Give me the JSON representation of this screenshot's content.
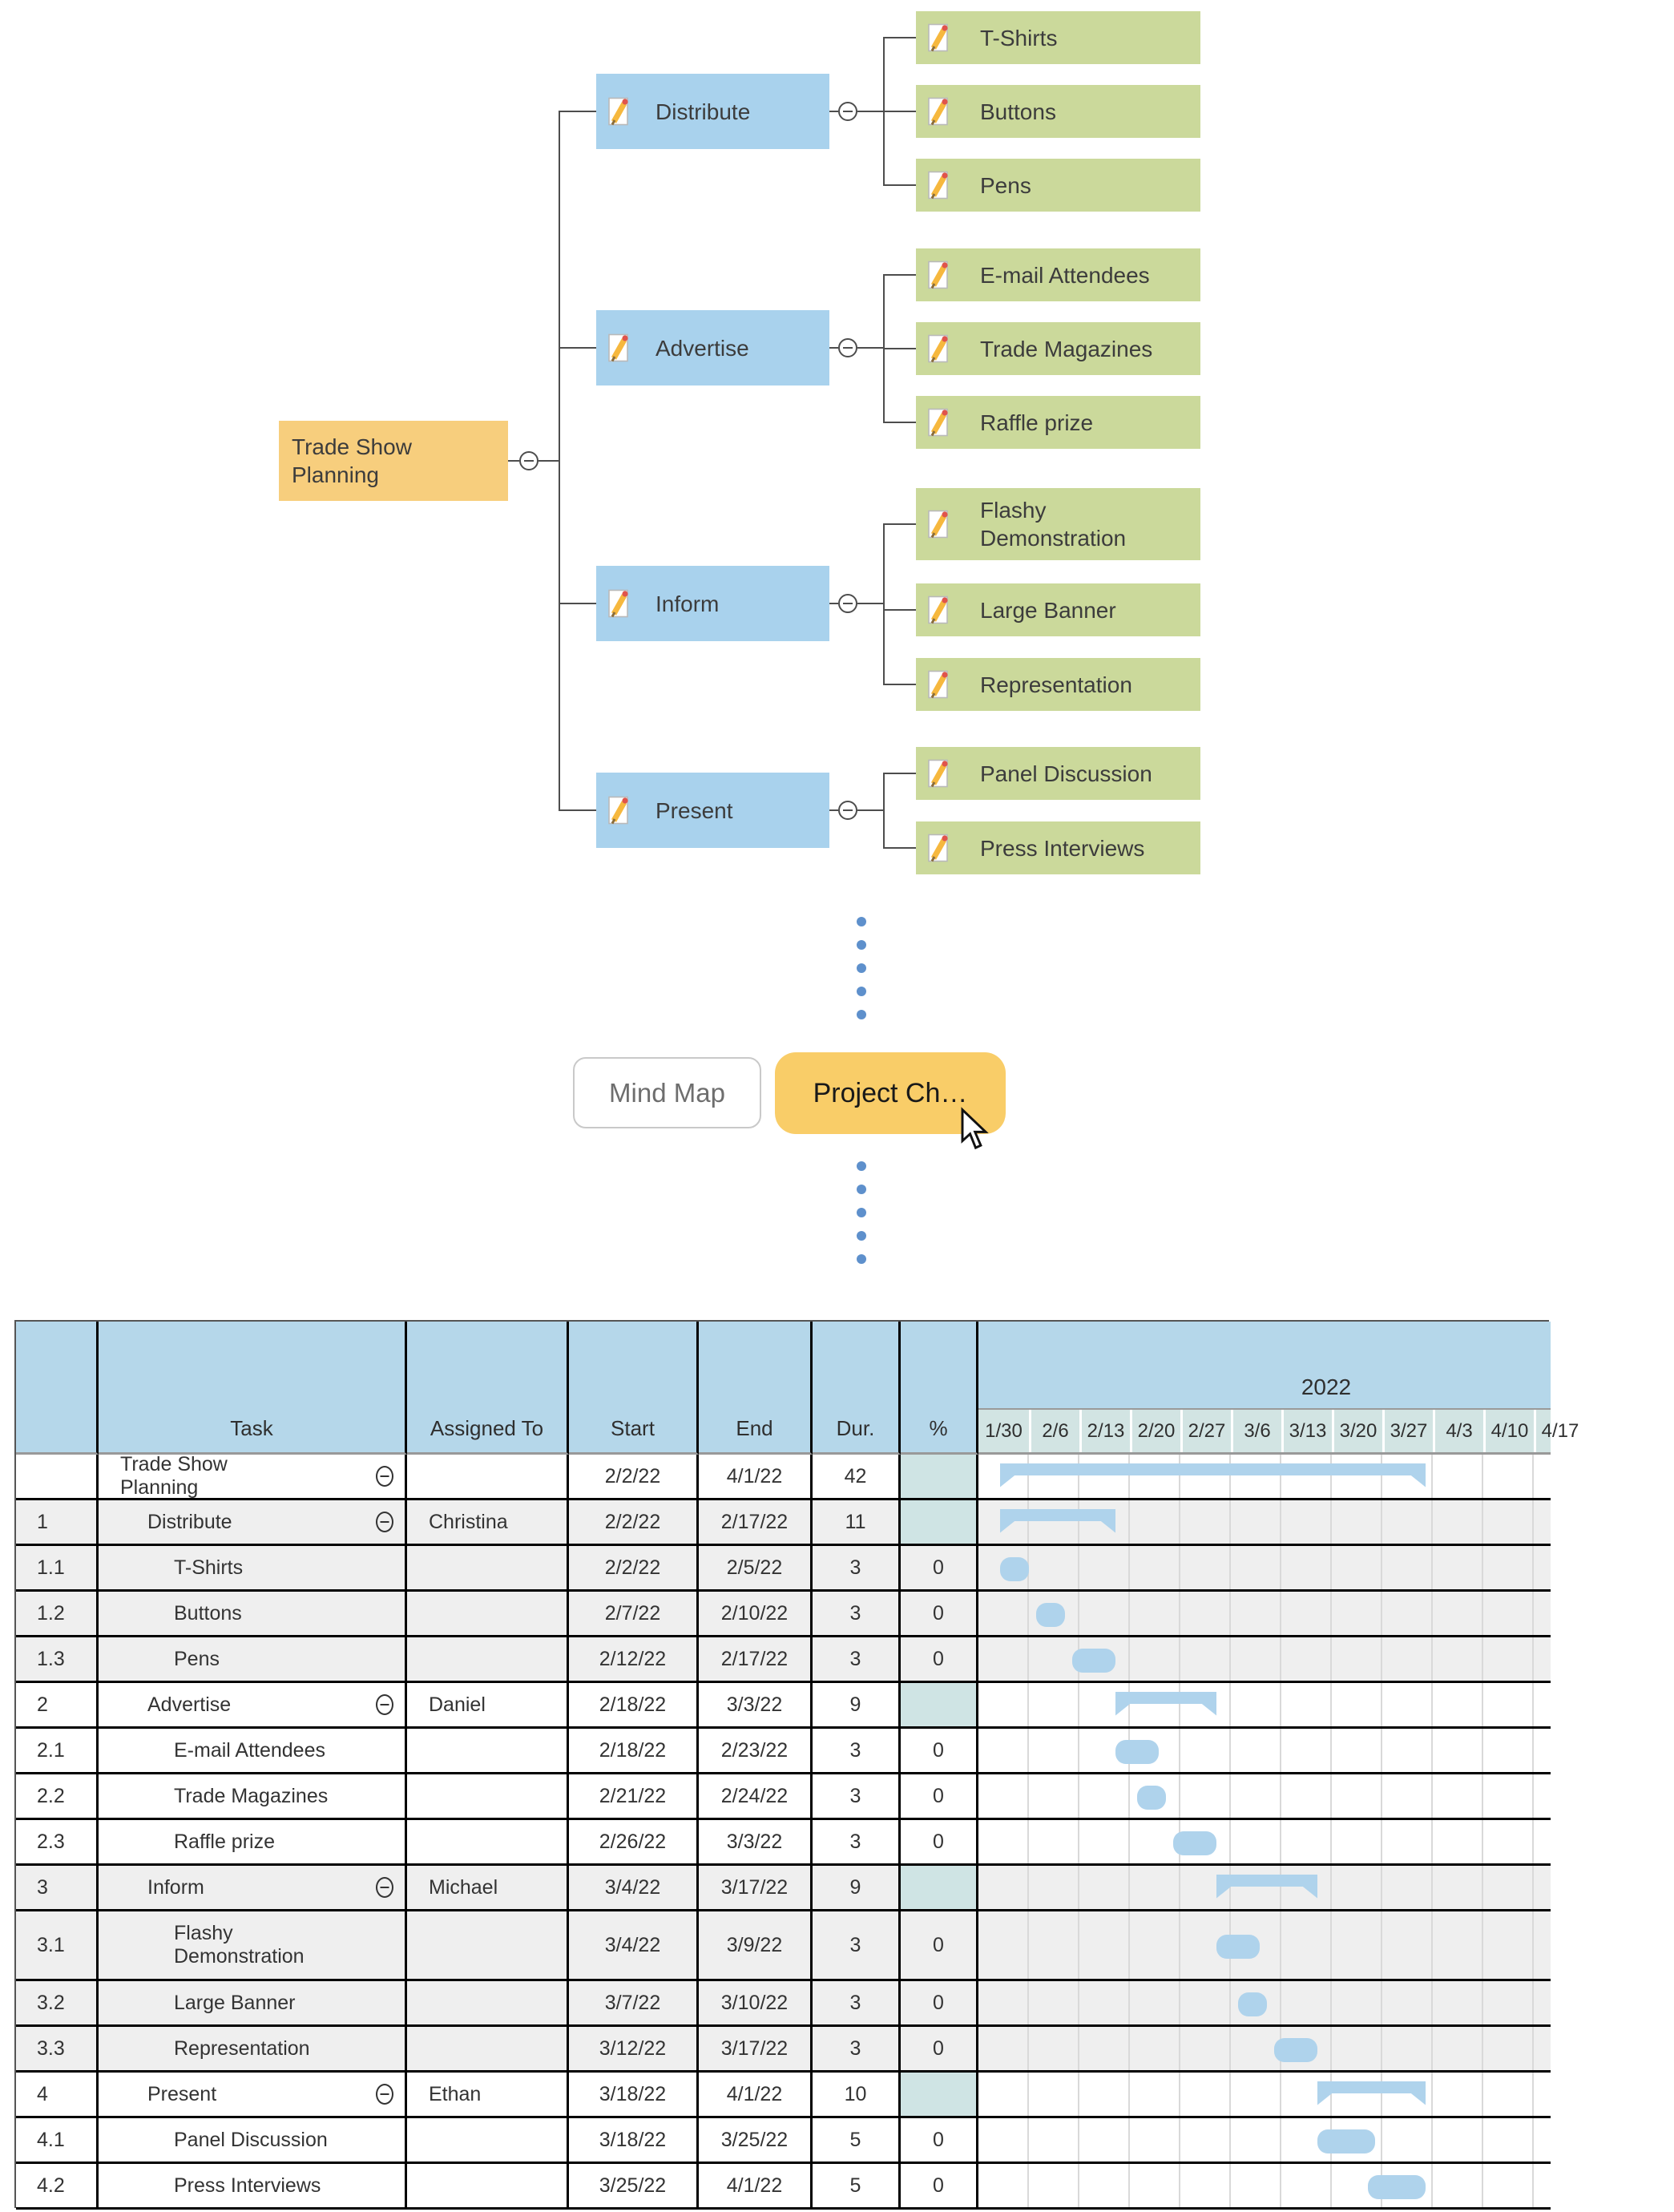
{
  "mindmap": {
    "root": {
      "label": "Trade Show Planning"
    },
    "branches": [
      {
        "label": "Distribute",
        "children": [
          "T-Shirts",
          "Buttons",
          "Pens"
        ]
      },
      {
        "label": "Advertise",
        "children": [
          "E-mail Attendees",
          "Trade Magazines",
          "Raffle prize"
        ]
      },
      {
        "label": "Inform",
        "children": [
          "Flashy Demonstration",
          "Large Banner",
          "Representation"
        ]
      },
      {
        "label": "Present",
        "children": [
          "Panel Discussion",
          "Press Interviews"
        ]
      }
    ]
  },
  "toggle": {
    "mind_map_label": "Mind Map",
    "project_chart_label": "Project Ch…"
  },
  "gantt": {
    "columns": {
      "task": "Task",
      "assigned": "Assigned To",
      "start": "Start",
      "end": "End",
      "dur": "Dur.",
      "pct": "%"
    },
    "year_label": "2022",
    "week_labels": [
      "1/30",
      "2/6",
      "2/13",
      "2/20",
      "2/27",
      "3/6",
      "3/13",
      "3/20",
      "3/27",
      "4/3",
      "4/10",
      "4/17"
    ],
    "rows": [
      {
        "id": "",
        "task": "Trade Show Planning",
        "level": 0,
        "collapsible": true,
        "assigned": "",
        "start": "2/2/22",
        "end": "4/1/22",
        "dur": "42",
        "pct": "",
        "summary": true,
        "shade": "white",
        "tall": false
      },
      {
        "id": "1",
        "task": "Distribute",
        "level": 1,
        "collapsible": true,
        "assigned": "Christina",
        "start": "2/2/22",
        "end": "2/17/22",
        "dur": "11",
        "pct": "",
        "summary": true,
        "shade": "gray",
        "tall": false
      },
      {
        "id": "1.1",
        "task": "T-Shirts",
        "level": 2,
        "collapsible": false,
        "assigned": "",
        "start": "2/2/22",
        "end": "2/5/22",
        "dur": "3",
        "pct": "0",
        "summary": false,
        "shade": "gray",
        "tall": false
      },
      {
        "id": "1.2",
        "task": "Buttons",
        "level": 2,
        "collapsible": false,
        "assigned": "",
        "start": "2/7/22",
        "end": "2/10/22",
        "dur": "3",
        "pct": "0",
        "summary": false,
        "shade": "gray",
        "tall": false
      },
      {
        "id": "1.3",
        "task": "Pens",
        "level": 2,
        "collapsible": false,
        "assigned": "",
        "start": "2/12/22",
        "end": "2/17/22",
        "dur": "3",
        "pct": "0",
        "summary": false,
        "shade": "gray",
        "tall": false
      },
      {
        "id": "2",
        "task": "Advertise",
        "level": 1,
        "collapsible": true,
        "assigned": "Daniel",
        "start": "2/18/22",
        "end": "3/3/22",
        "dur": "9",
        "pct": "",
        "summary": true,
        "shade": "white",
        "tall": false
      },
      {
        "id": "2.1",
        "task": "E-mail Attendees",
        "level": 2,
        "collapsible": false,
        "assigned": "",
        "start": "2/18/22",
        "end": "2/23/22",
        "dur": "3",
        "pct": "0",
        "summary": false,
        "shade": "white",
        "tall": false
      },
      {
        "id": "2.2",
        "task": "Trade Magazines",
        "level": 2,
        "collapsible": false,
        "assigned": "",
        "start": "2/21/22",
        "end": "2/24/22",
        "dur": "3",
        "pct": "0",
        "summary": false,
        "shade": "white",
        "tall": false
      },
      {
        "id": "2.3",
        "task": "Raffle prize",
        "level": 2,
        "collapsible": false,
        "assigned": "",
        "start": "2/26/22",
        "end": "3/3/22",
        "dur": "3",
        "pct": "0",
        "summary": false,
        "shade": "white",
        "tall": false
      },
      {
        "id": "3",
        "task": "Inform",
        "level": 1,
        "collapsible": true,
        "assigned": "Michael",
        "start": "3/4/22",
        "end": "3/17/22",
        "dur": "9",
        "pct": "",
        "summary": true,
        "shade": "gray",
        "tall": false
      },
      {
        "id": "3.1",
        "task": "Flashy Demonstration",
        "level": 2,
        "collapsible": false,
        "assigned": "",
        "start": "3/4/22",
        "end": "3/9/22",
        "dur": "3",
        "pct": "0",
        "summary": false,
        "shade": "gray",
        "tall": true
      },
      {
        "id": "3.2",
        "task": "Large Banner",
        "level": 2,
        "collapsible": false,
        "assigned": "",
        "start": "3/7/22",
        "end": "3/10/22",
        "dur": "3",
        "pct": "0",
        "summary": false,
        "shade": "gray",
        "tall": false
      },
      {
        "id": "3.3",
        "task": "Representation",
        "level": 2,
        "collapsible": false,
        "assigned": "",
        "start": "3/12/22",
        "end": "3/17/22",
        "dur": "3",
        "pct": "0",
        "summary": false,
        "shade": "gray",
        "tall": false
      },
      {
        "id": "4",
        "task": "Present",
        "level": 1,
        "collapsible": true,
        "assigned": "Ethan",
        "start": "3/18/22",
        "end": "4/1/22",
        "dur": "10",
        "pct": "",
        "summary": true,
        "shade": "white",
        "tall": false
      },
      {
        "id": "4.1",
        "task": "Panel Discussion",
        "level": 2,
        "collapsible": false,
        "assigned": "",
        "start": "3/18/22",
        "end": "3/25/22",
        "dur": "5",
        "pct": "0",
        "summary": false,
        "shade": "white",
        "tall": false
      },
      {
        "id": "4.2",
        "task": "Press Interviews",
        "level": 2,
        "collapsible": false,
        "assigned": "",
        "start": "3/25/22",
        "end": "4/1/22",
        "dur": "5",
        "pct": "0",
        "summary": false,
        "shade": "white",
        "tall": false
      }
    ]
  },
  "colors": {
    "root_orange": "#F7CE7D",
    "branch_blue": "#A9D2ED",
    "leaf_green": "#CBD99B",
    "header_blue": "#B5D7EA",
    "week_row_teal": "#D2E4E3",
    "pct_teal": "#CFE4E4",
    "row_gray": "#EFEFEF",
    "bar_blue": "#AFD3EC",
    "dot_blue": "#5E90CC",
    "button_yellow": "#F9CD68"
  }
}
